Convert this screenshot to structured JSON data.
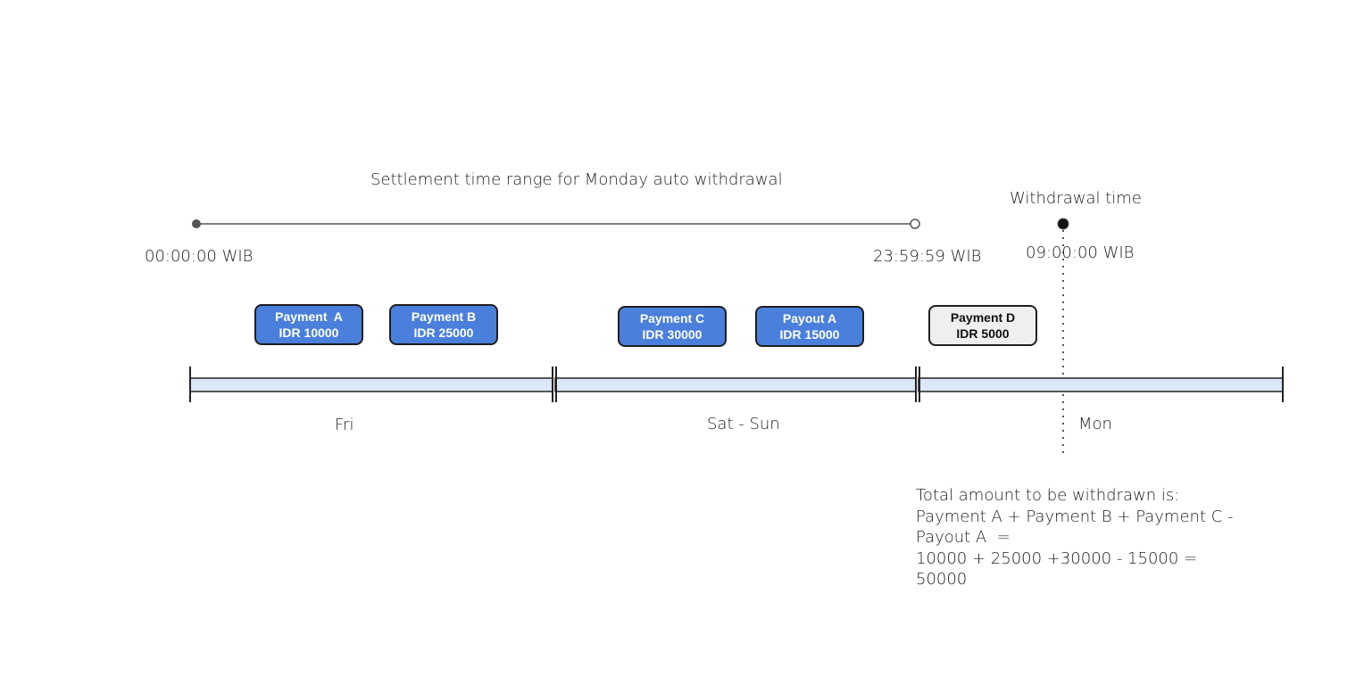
{
  "range": {
    "title": "Settlement time range for Monday auto withdrawal",
    "start_label": "00:00:00 WIB",
    "end_label": "23:59:59 WIB"
  },
  "withdrawal": {
    "title": "Withdrawal time",
    "time_label": "09:00:00 WIB"
  },
  "transactions": [
    {
      "name": "Payment  A",
      "amount": "IDR 10000",
      "style": "blue"
    },
    {
      "name": "Payment B",
      "amount": "IDR 25000",
      "style": "blue"
    },
    {
      "name": "Payment C",
      "amount": "IDR 30000",
      "style": "blue"
    },
    {
      "name": "Payout A",
      "amount": "IDR 15000",
      "style": "blue"
    },
    {
      "name": "Payment D",
      "amount": "IDR 5000",
      "style": "grey"
    }
  ],
  "days": [
    "Fri",
    "Sat - Sun",
    "Mon"
  ],
  "summary": {
    "lines": [
      "Total amount to be withdrawn is:",
      "Payment A + Payment B + Payment C -",
      "Payout A  =",
      "10000 + 25000 +30000 - 15000 =",
      "50000"
    ]
  },
  "colors": {
    "box_blue": "#4a7fdc",
    "box_grey": "#efefef",
    "timeline_fill": "#dbe7f8",
    "range_line": "#555555"
  }
}
